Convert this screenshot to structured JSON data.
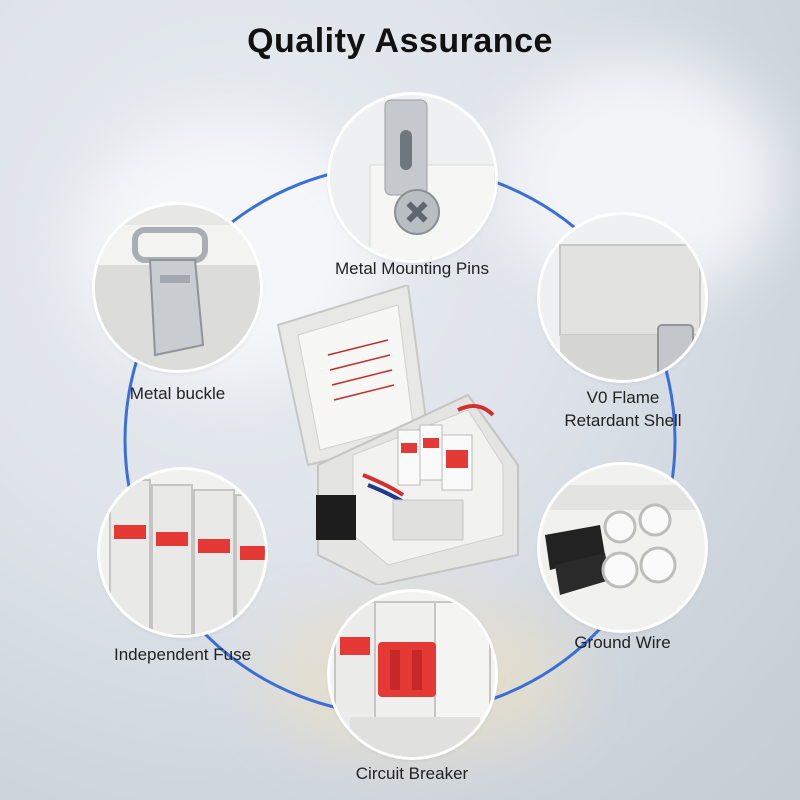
{
  "title": "Quality Assurance",
  "features": [
    {
      "label": "Metal Mounting Pins",
      "icon": "mounting-bracket-icon"
    },
    {
      "label": "Metal buckle",
      "icon": "buckle-latch-icon"
    },
    {
      "label": "V0 Flame Retardant Shell",
      "icon": "enclosure-corner-icon"
    },
    {
      "label": "Independent Fuse",
      "icon": "fuse-holder-icon"
    },
    {
      "label": "Ground Wire",
      "icon": "cable-gland-icon"
    },
    {
      "label": "Circuit Breaker",
      "icon": "breaker-switch-icon"
    }
  ],
  "colors": {
    "ring": "#3b6fd8",
    "breaker_red": "#e53935",
    "enclosure": "#e8e8e6"
  }
}
